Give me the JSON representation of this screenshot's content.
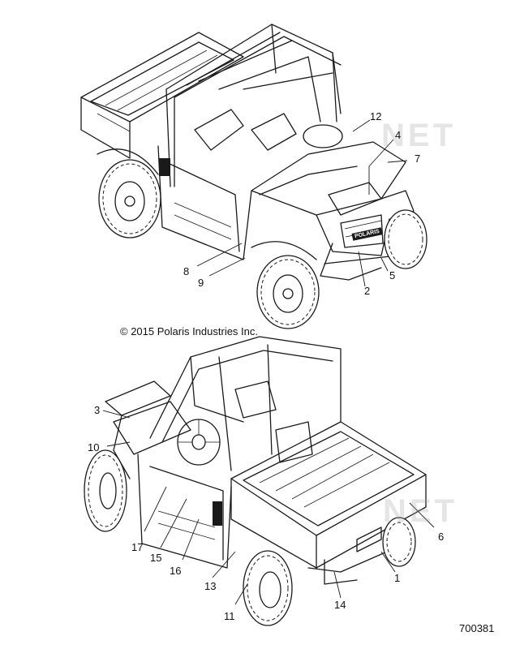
{
  "copyright": "© 2015 Polaris Industries Inc.",
  "part_number": "700381",
  "watermark": "NET",
  "grille_text": "POLARIS",
  "callouts_top": [
    {
      "id": "c12",
      "label": "12"
    },
    {
      "id": "c4",
      "label": "4"
    },
    {
      "id": "c7",
      "label": "7"
    },
    {
      "id": "c8",
      "label": "8"
    },
    {
      "id": "c9",
      "label": "9"
    },
    {
      "id": "c2",
      "label": "2"
    },
    {
      "id": "c5",
      "label": "5"
    }
  ],
  "callouts_bottom": [
    {
      "id": "c3",
      "label": "3"
    },
    {
      "id": "c10",
      "label": "10"
    },
    {
      "id": "c17",
      "label": "17"
    },
    {
      "id": "c15",
      "label": "15"
    },
    {
      "id": "c16",
      "label": "16"
    },
    {
      "id": "c13",
      "label": "13"
    },
    {
      "id": "c11",
      "label": "11"
    },
    {
      "id": "c14",
      "label": "14"
    },
    {
      "id": "c1",
      "label": "1"
    },
    {
      "id": "c6",
      "label": "6"
    }
  ]
}
